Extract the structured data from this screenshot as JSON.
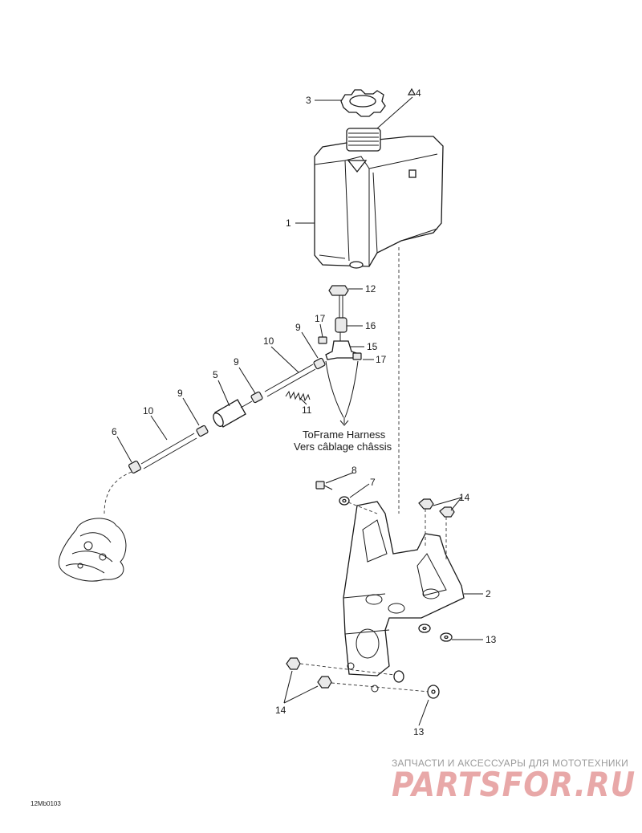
{
  "callouts": {
    "c1": "1",
    "c2": "2",
    "c3": "3",
    "c4": "4",
    "c5": "5",
    "c6": "6",
    "c7": "7",
    "c8": "8",
    "c9a": "9",
    "c9b": "9",
    "c9c": "9",
    "c10a": "10",
    "c10b": "10",
    "c11": "11",
    "c12": "12",
    "c13a": "13",
    "c13b": "13",
    "c14a": "14",
    "c14b": "14",
    "c15": "15",
    "c16": "16",
    "c17a": "17",
    "c17b": "17"
  },
  "harness_note": {
    "line1": "ToFrame Harness",
    "line2": "Vers câblage châssis"
  },
  "diagram_code": "12Mb0103",
  "watermark": {
    "tagline": "ЗАПЧАСТИ И АКСЕССУАРЫ ДЛЯ МОТОТЕХНИКИ",
    "brand": "PARTSFOR.RU",
    "color": "#e8a8a8"
  }
}
